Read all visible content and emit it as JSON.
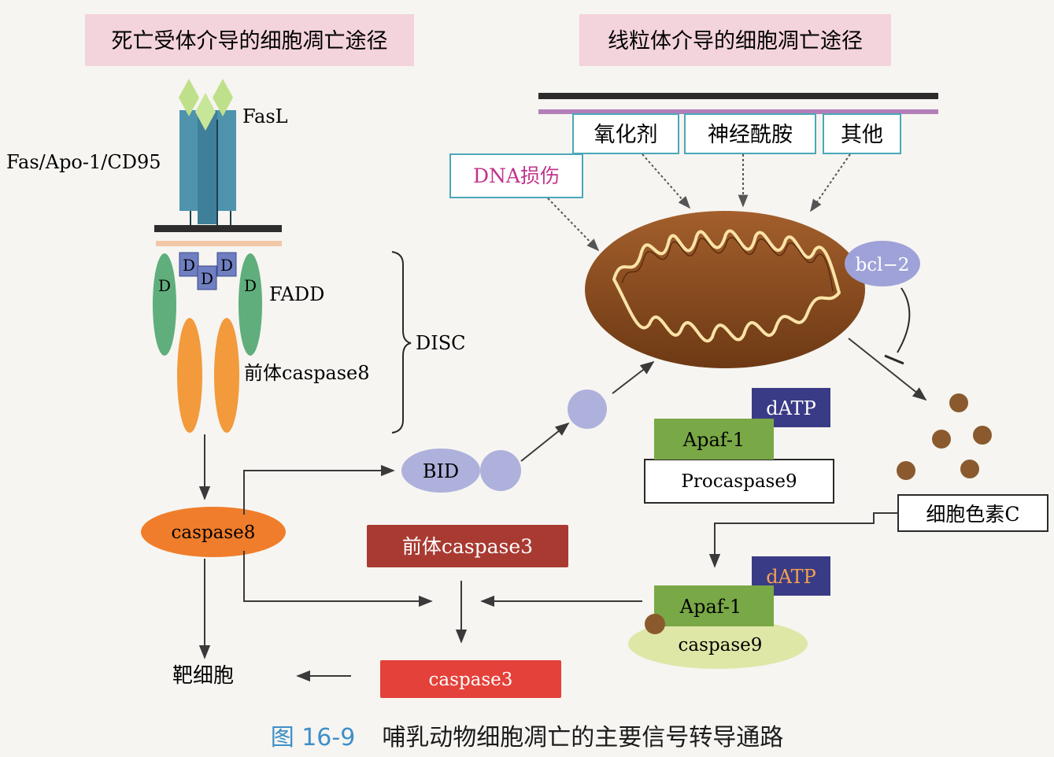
{
  "titles": {
    "death_receptor": "死亡受体介导的细胞凋亡途径",
    "mitochondrial": "线粒体介导的细胞凋亡途径"
  },
  "receptor": {
    "fasl": "FasL",
    "fas": "Fas/Apo-1/CD95",
    "d": "D",
    "fadd": "FADD",
    "procaspase8": "前体caspase8",
    "disc": "DISC"
  },
  "stimuli": {
    "oxidant": "氧化剂",
    "ceramide": "神经酰胺",
    "other": "其他",
    "dna_damage": "DNA损伤"
  },
  "nodes": {
    "bcl2": "bcl−2",
    "bid": "BID",
    "caspase8": "caspase8",
    "procaspase3": "前体caspase3",
    "caspase3": "caspase3",
    "target_cell": "靶细胞",
    "datp": "dATP",
    "apaf1": "Apaf-1",
    "procaspase9": "Procaspase9",
    "cytochrome_c": "细胞色素C",
    "caspase9": "caspase9"
  },
  "colors": {
    "title_bg": "#f3d3dc",
    "receptor": "#4f93ad",
    "fasl": "#bfe08a",
    "d_box": "#6f7fc2",
    "fadd": "#5fae7c",
    "procaspase8": "#f29a3c",
    "caspase8": "#f07d2b",
    "bid": "#aeb1dc",
    "mitochondrion": "#8a4b1f",
    "bcl2": "#9ea2d8",
    "stimulus_text_dna": "#c0338e",
    "stimulus_border": "#4aa8b8",
    "datp": "#3a3b86",
    "apaf1": "#79a846",
    "caspase9": "#dfe7a7",
    "procaspase3": "#a83a32",
    "caspase3": "#e4413a",
    "cytochrome_c": "#8a5a2e"
  },
  "caption": {
    "number": "图 16-9",
    "text": "哺乳动物细胞凋亡的主要信号转导通路"
  }
}
